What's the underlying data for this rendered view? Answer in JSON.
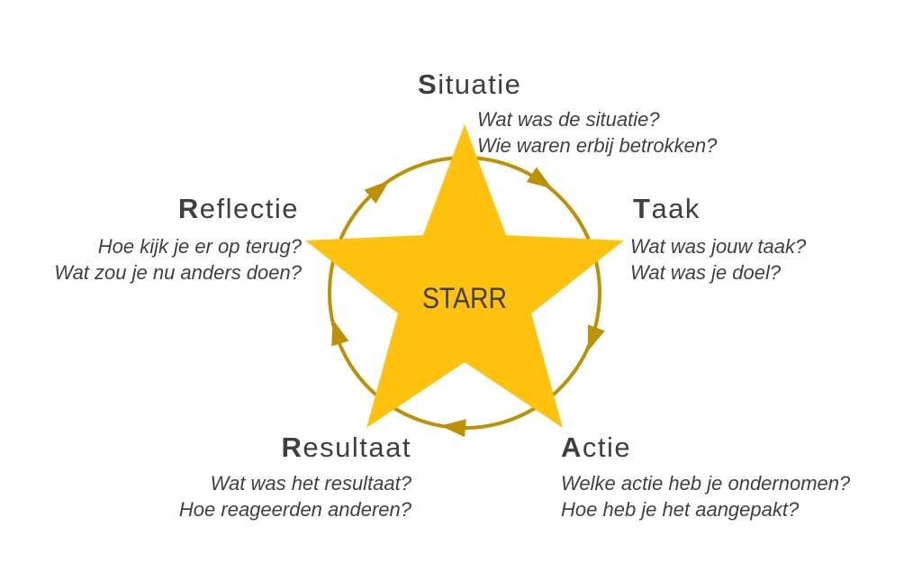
{
  "diagram": {
    "center_label": "STARR",
    "cycle": {
      "shape": "circle",
      "direction": "clockwise",
      "arrow_count": 5
    },
    "colors": {
      "star_fill": "#FFC20E",
      "cycle_stroke": "#BD9104",
      "text": "#3F3F3F"
    },
    "sections": [
      {
        "key": "situatie",
        "position": "top",
        "lead": "S",
        "rest": "ituatie",
        "questions": [
          "Wat was de situatie?",
          "Wie waren erbij betrokken?"
        ]
      },
      {
        "key": "taak",
        "position": "right",
        "lead": "T",
        "rest": "aak",
        "questions": [
          "Wat was jouw taak?",
          "Wat was je doel?"
        ]
      },
      {
        "key": "actie",
        "position": "bottom-right",
        "lead": "A",
        "rest": "ctie",
        "questions": [
          "Welke actie heb je ondernomen?",
          "Hoe heb je het aangepakt?"
        ]
      },
      {
        "key": "resultaat",
        "position": "bottom-left",
        "lead": "R",
        "rest": "esultaat",
        "questions": [
          "Wat was het resultaat?",
          "Hoe reageerden anderen?"
        ]
      },
      {
        "key": "reflectie",
        "position": "left",
        "lead": "R",
        "rest": "eflectie",
        "questions": [
          "Hoe kijk je er op terug?",
          "Wat zou je nu anders doen?"
        ]
      }
    ]
  }
}
